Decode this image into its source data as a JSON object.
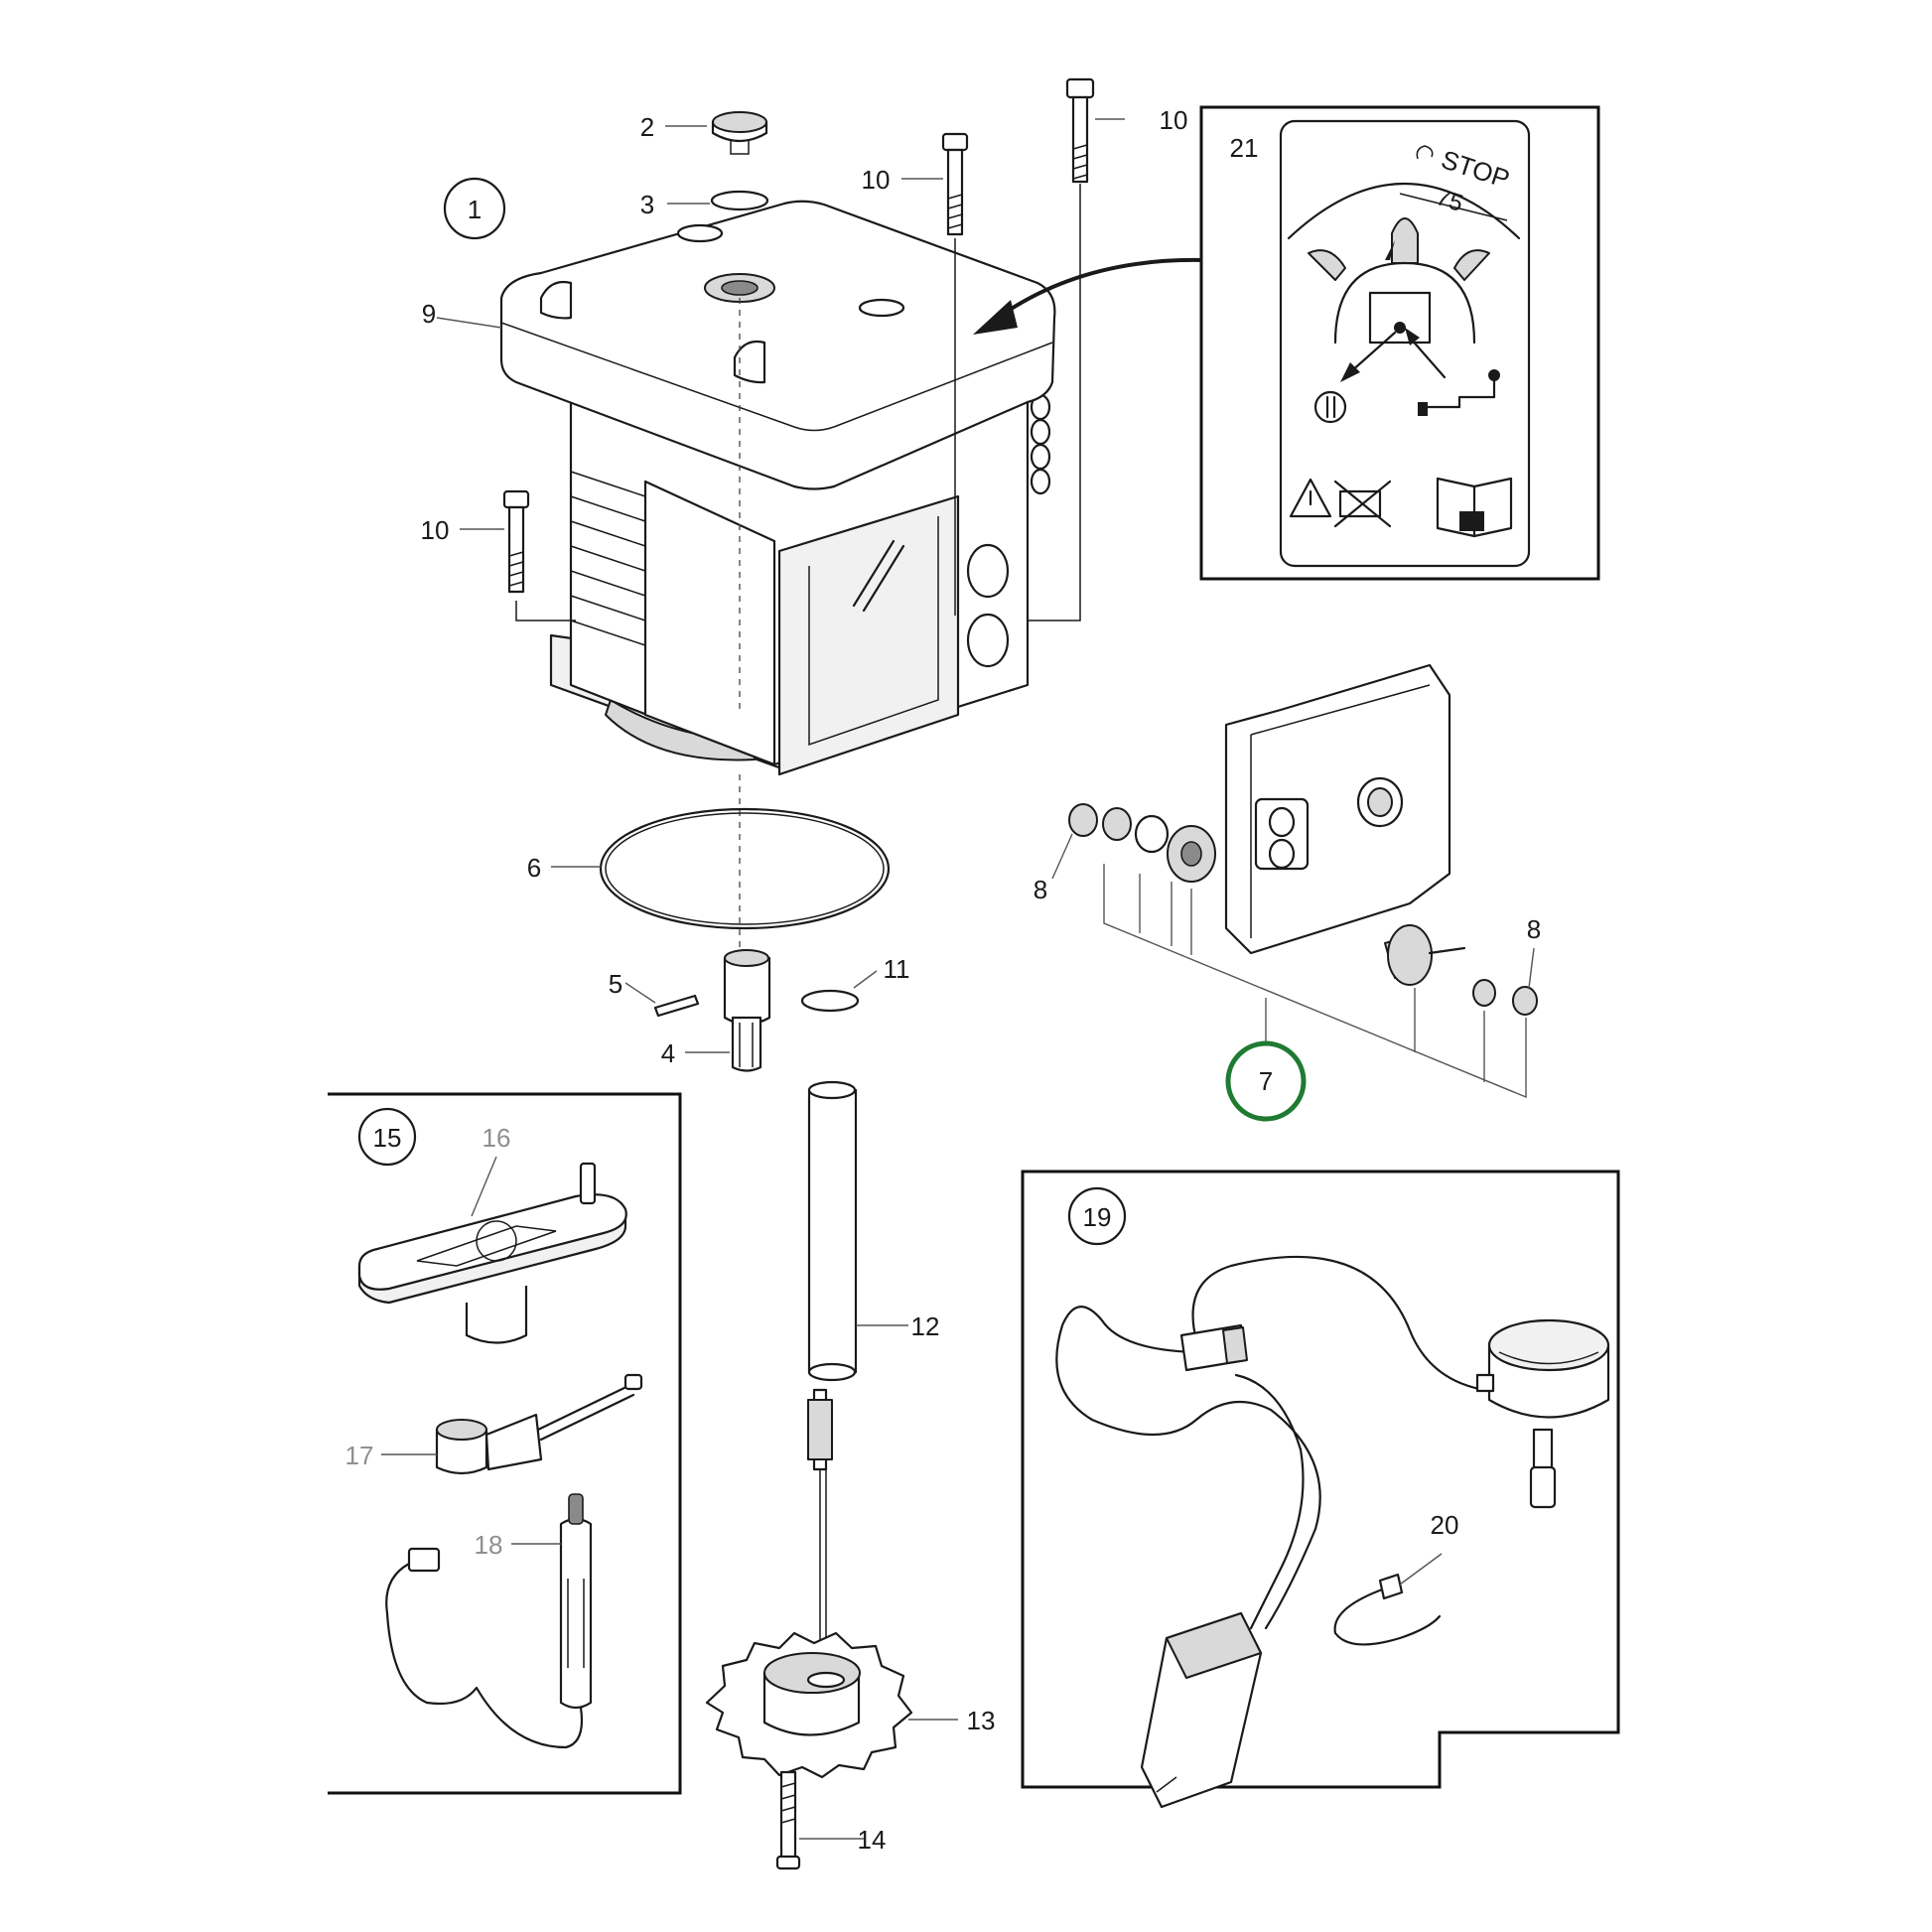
{
  "callouts": {
    "c1": "1",
    "c2": "2",
    "c3": "3",
    "c4": "4",
    "c5": "5",
    "c6": "6",
    "c7": "7",
    "c8a": "8",
    "c8b": "8",
    "c9": "9",
    "c10a": "10",
    "c10b": "10",
    "c10c": "10",
    "c11": "11",
    "c12": "12",
    "c13": "13",
    "c14": "14",
    "c15": "15",
    "c16": "16",
    "c17": "17",
    "c18": "18",
    "c19": "19",
    "c20": "20",
    "c21": "21"
  },
  "decal": {
    "stop_label": "STOP",
    "angle_label": "75"
  },
  "colors": {
    "highlight_circle": "#1f7a32",
    "line": "#1a1a1a",
    "grey_label": "#8f8f8f"
  },
  "icons": [
    "warning-triangle-icon",
    "oil-can-crossed-icon",
    "manual-book-icon",
    "stop-circle-icon"
  ]
}
